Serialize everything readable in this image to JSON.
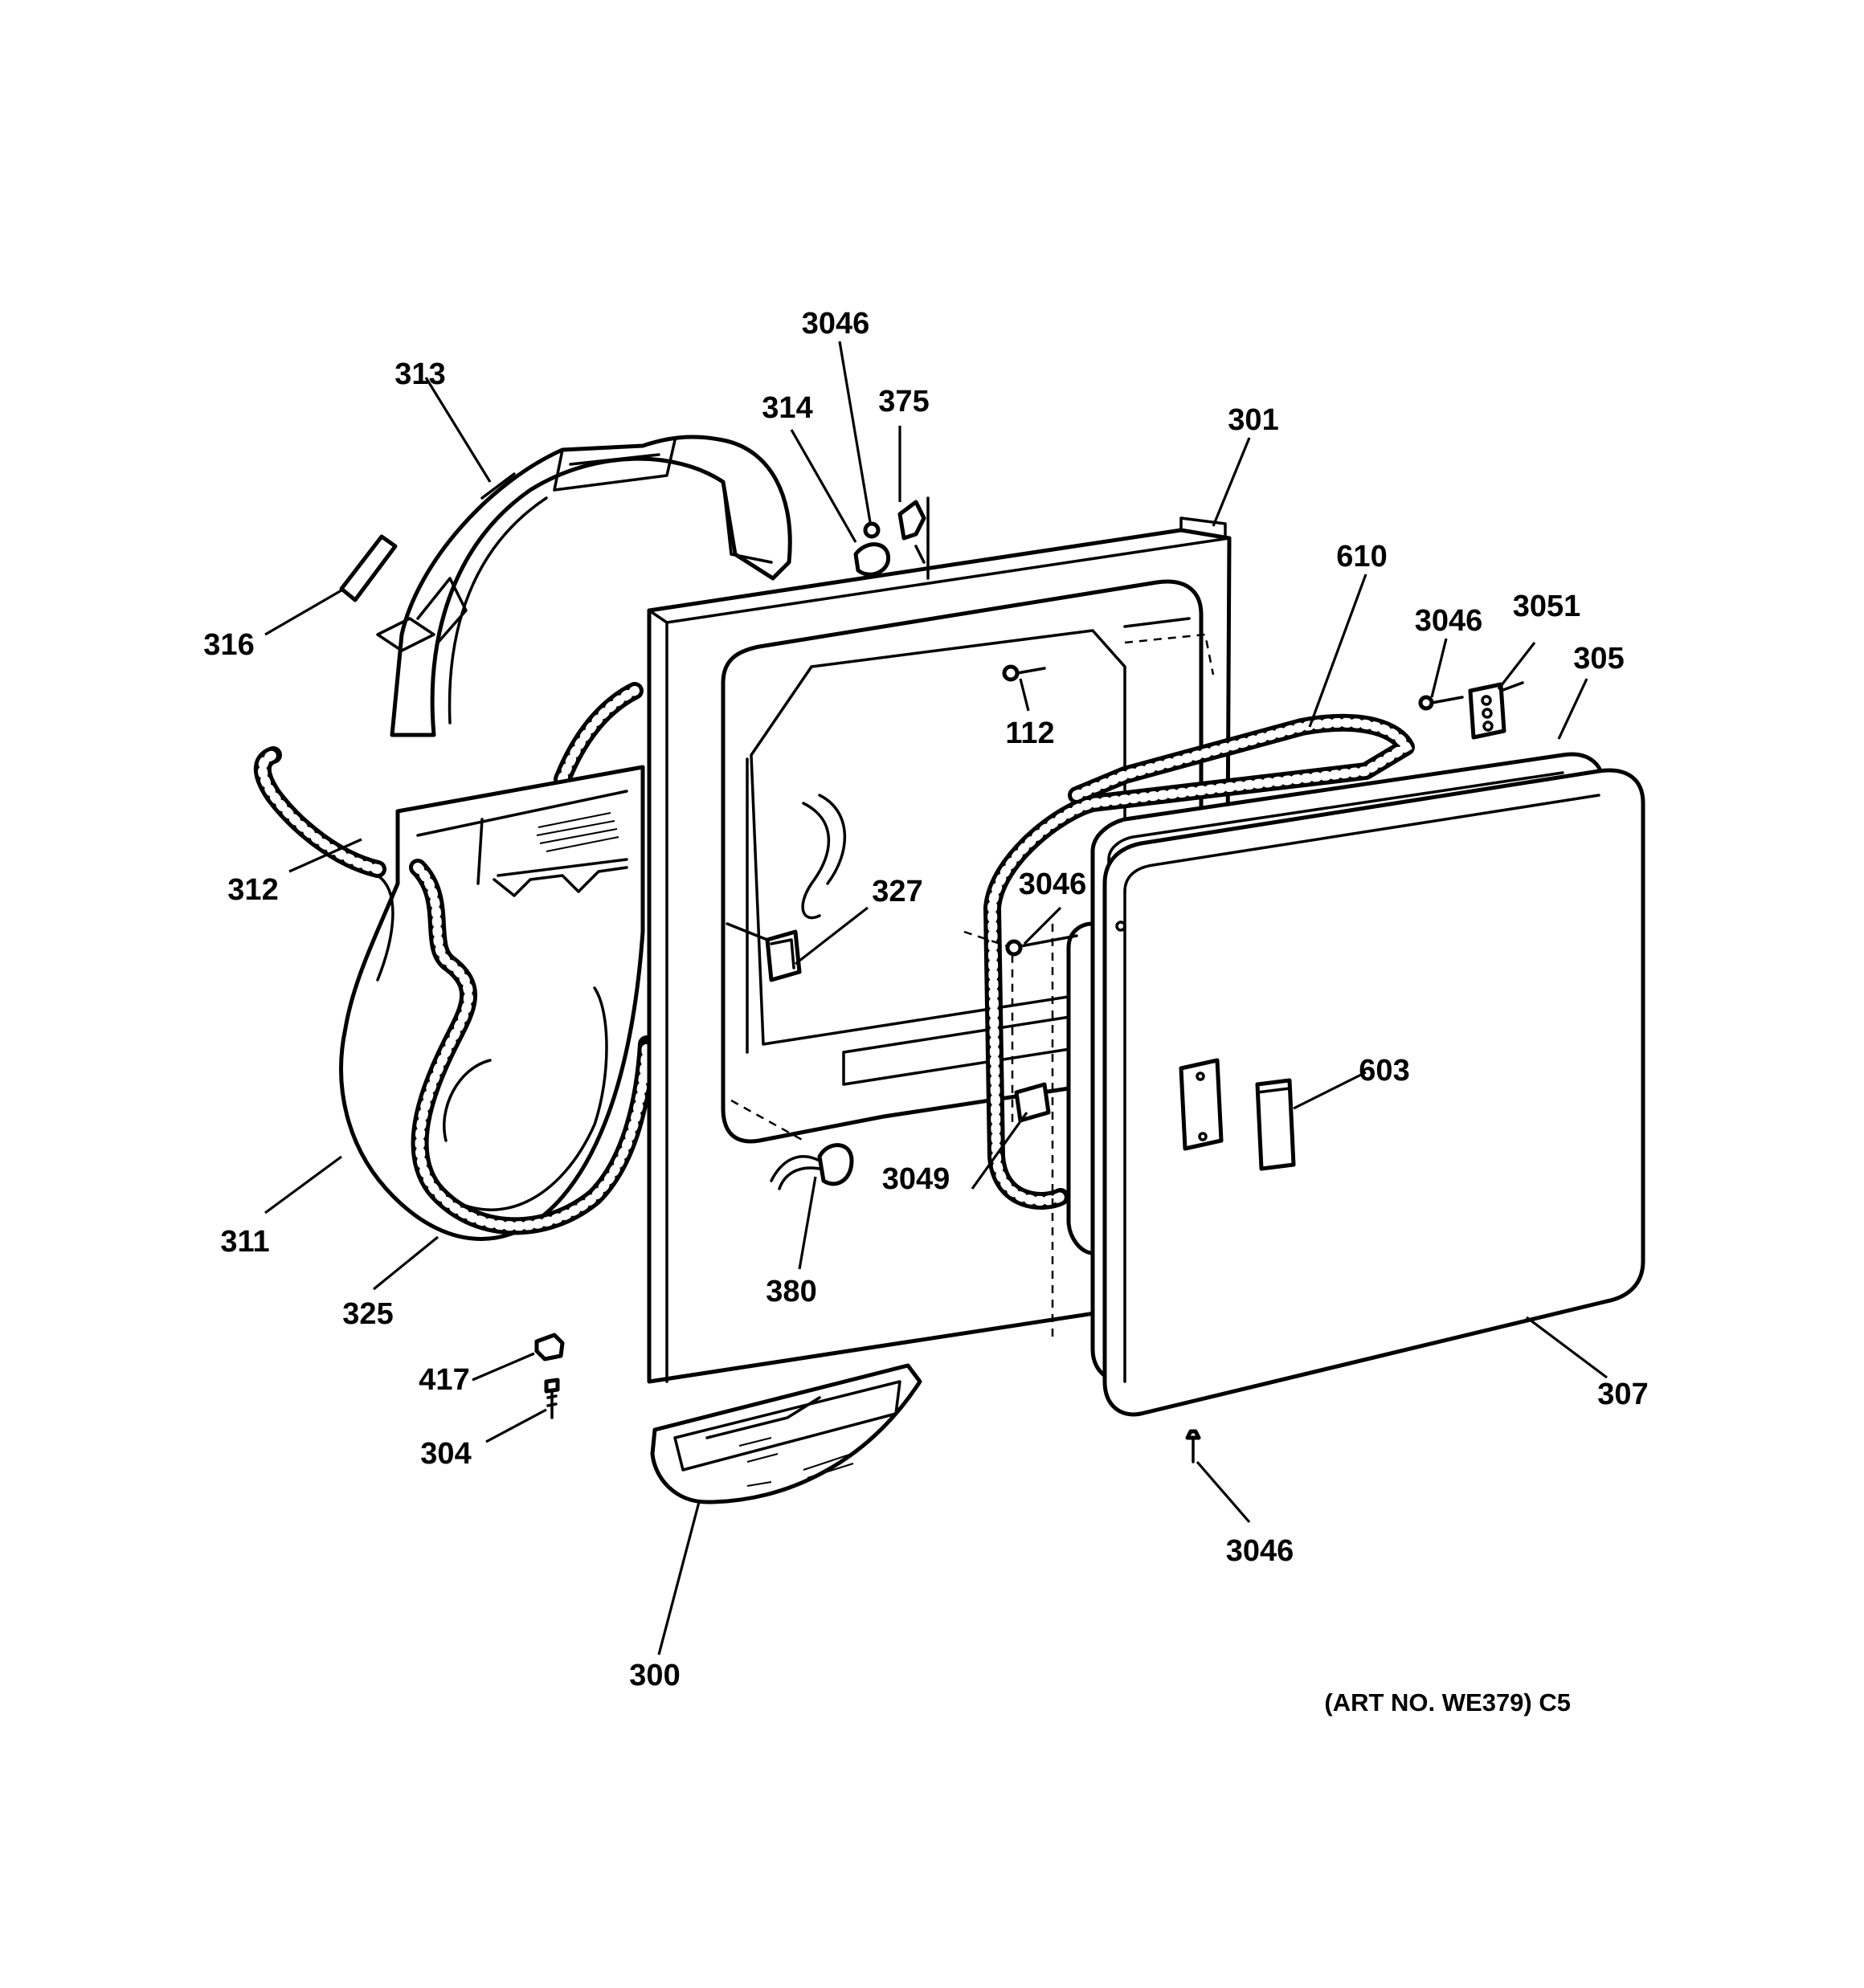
{
  "diagram": {
    "art_number": "(ART NO. WE379) C5",
    "callouts": {
      "c_3046_top": "3046",
      "c_313": "313",
      "c_314": "314",
      "c_375": "375",
      "c_301": "301",
      "c_610": "610",
      "c_3046_right": "3046",
      "c_3051": "3051",
      "c_305": "305",
      "c_316": "316",
      "c_112": "112",
      "c_312": "312",
      "c_327": "327",
      "c_3046_mid": "3046",
      "c_603": "603",
      "c_3049": "3049",
      "c_311": "311",
      "c_380": "380",
      "c_325": "325",
      "c_417": "417",
      "c_307": "307",
      "c_304": "304",
      "c_3046_bottom": "3046",
      "c_300": "300"
    }
  }
}
